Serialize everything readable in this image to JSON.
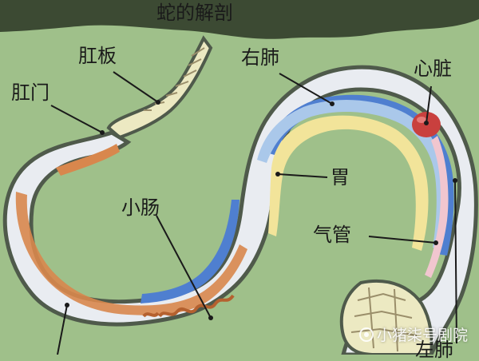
{
  "title": "蛇的解剖",
  "labels": {
    "cloacal_plate": "肛板",
    "anus": "肛门",
    "right_lung": "右肺",
    "heart": "心脏",
    "stomach": "胃",
    "small_intestine": "小肠",
    "trachea": "气管",
    "left_lung_partial": "左肺"
  },
  "watermark": "小猪柒号剧院",
  "colors": {
    "background": "#9fc08a",
    "ground": "#3c4a33",
    "body_outline": "#4f5a4b",
    "body_fill": "#e9ecf1",
    "lung_blue": "#4f7fd0",
    "lung_light": "#aac8ea",
    "stomach_yellow": "#f2e49a",
    "intestine_orange": "#d8874d",
    "heart_red": "#c9403e",
    "tail_cream": "#ece9c2"
  }
}
